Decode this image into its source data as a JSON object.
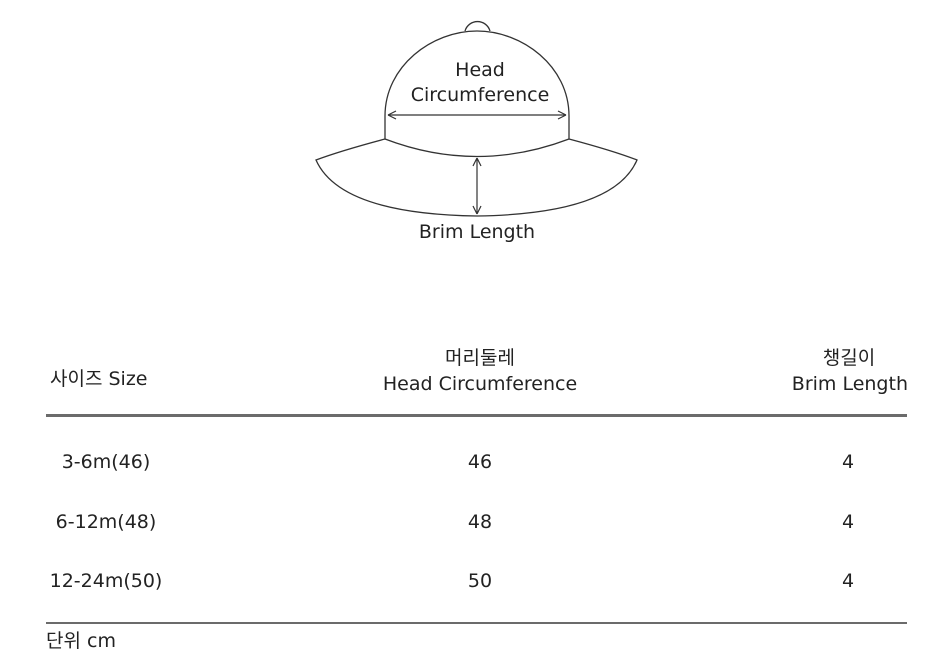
{
  "diagram": {
    "head_label_line1": "Head",
    "head_label_line2": "Circumference",
    "brim_label": "Brim Length"
  },
  "table": {
    "headers": {
      "size": "사이즈 Size",
      "head_ko": "머리둘레",
      "head_en": "Head Circumference",
      "brim_ko": "챙길이",
      "brim_en": "Brim Length"
    },
    "rows": [
      {
        "size": "3-6m(46)",
        "head": "46",
        "brim": "4"
      },
      {
        "size": "6-12m(48)",
        "head": "48",
        "brim": "4"
      },
      {
        "size": "12-24m(50)",
        "head": "50",
        "brim": "4"
      }
    ],
    "unit_note": "단위 cm"
  },
  "colors": {
    "line": "#333333",
    "rule": "#6b6b6b",
    "text": "#222222"
  }
}
